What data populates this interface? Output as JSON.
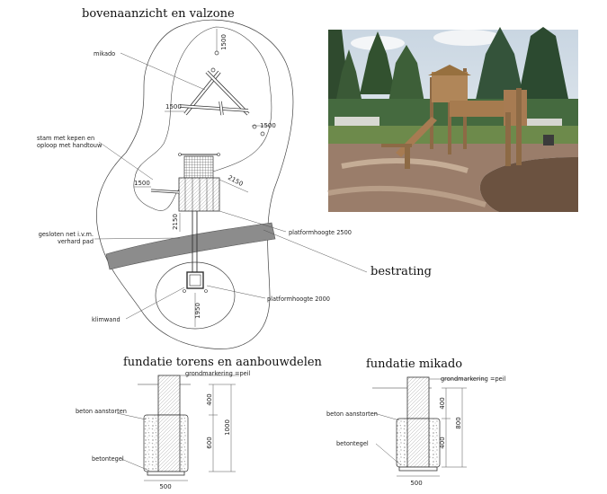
{
  "plan": {
    "title": "bovenaanzicht en valzone",
    "labels": {
      "mikado": "mikado",
      "stam_line1": "stam met kepen en",
      "stam_line2": "oploop met handtouw",
      "gesloten_line1": "gesloten net i.v.m.",
      "gesloten_line2": "verhard pad",
      "klimwand": "klimwand",
      "platform_2500": "platformhoogte 2500",
      "platform_2000": "platformhoogte 2000",
      "bestrating": "bestrating"
    },
    "dims": {
      "top": "1500",
      "mikado_left": "1500",
      "mikado_right": "1500",
      "tower_left": "1500",
      "tower_diag": "2150",
      "tower_vert": "2150",
      "bottom": "1950"
    }
  },
  "photo": {
    "sky_color": "#dfe5ea",
    "pavement_color": "#a0826d",
    "wood_color": "#a77b52"
  },
  "foundation_left": {
    "title": "fundatie torens en aanbouwdelen",
    "grondmarkering": "grondmarkering =peil",
    "beton": "beton aanstorten",
    "tegel": "betontegel",
    "dim_400": "400",
    "dim_600": "600",
    "dim_1000": "1000",
    "dim_500": "500"
  },
  "foundation_right": {
    "title": "fundatie mikado",
    "grondmarkering": "grondmarkering =peil",
    "beton": "beton aanstorten",
    "tegel": "betontegel",
    "dim_400a": "400",
    "dim_400b": "400",
    "dim_800": "800",
    "dim_500": "500"
  }
}
